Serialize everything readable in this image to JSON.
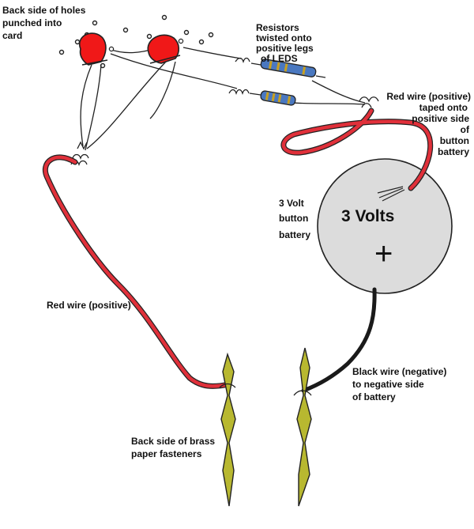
{
  "labels": {
    "holes": [
      "Back side of holes",
      "punched into",
      "card"
    ],
    "resistors": [
      "Resistors",
      "twisted onto",
      "positive legs",
      "of LEDS"
    ],
    "red_wire_taped": [
      "Red wire (positive)",
      "taped onto",
      "positive side",
      "of",
      "button",
      "battery"
    ],
    "battery_desc": [
      "3 Volt",
      "button",
      "battery"
    ],
    "battery_face": "3 Volts",
    "battery_plus": "+",
    "red_wire": "Red wire (positive)",
    "black_wire": [
      "Black wire (negative)",
      "to negative side",
      "of battery"
    ],
    "fasteners": [
      "Back side of brass",
      "paper fasteners"
    ]
  },
  "colors": {
    "red_wire": "#e0303a",
    "led": "#f01818",
    "battery": "#dcdcdc",
    "brass": "#b8b830",
    "black_wire": "#1a1a1a",
    "resistor": "#4a78c0"
  }
}
